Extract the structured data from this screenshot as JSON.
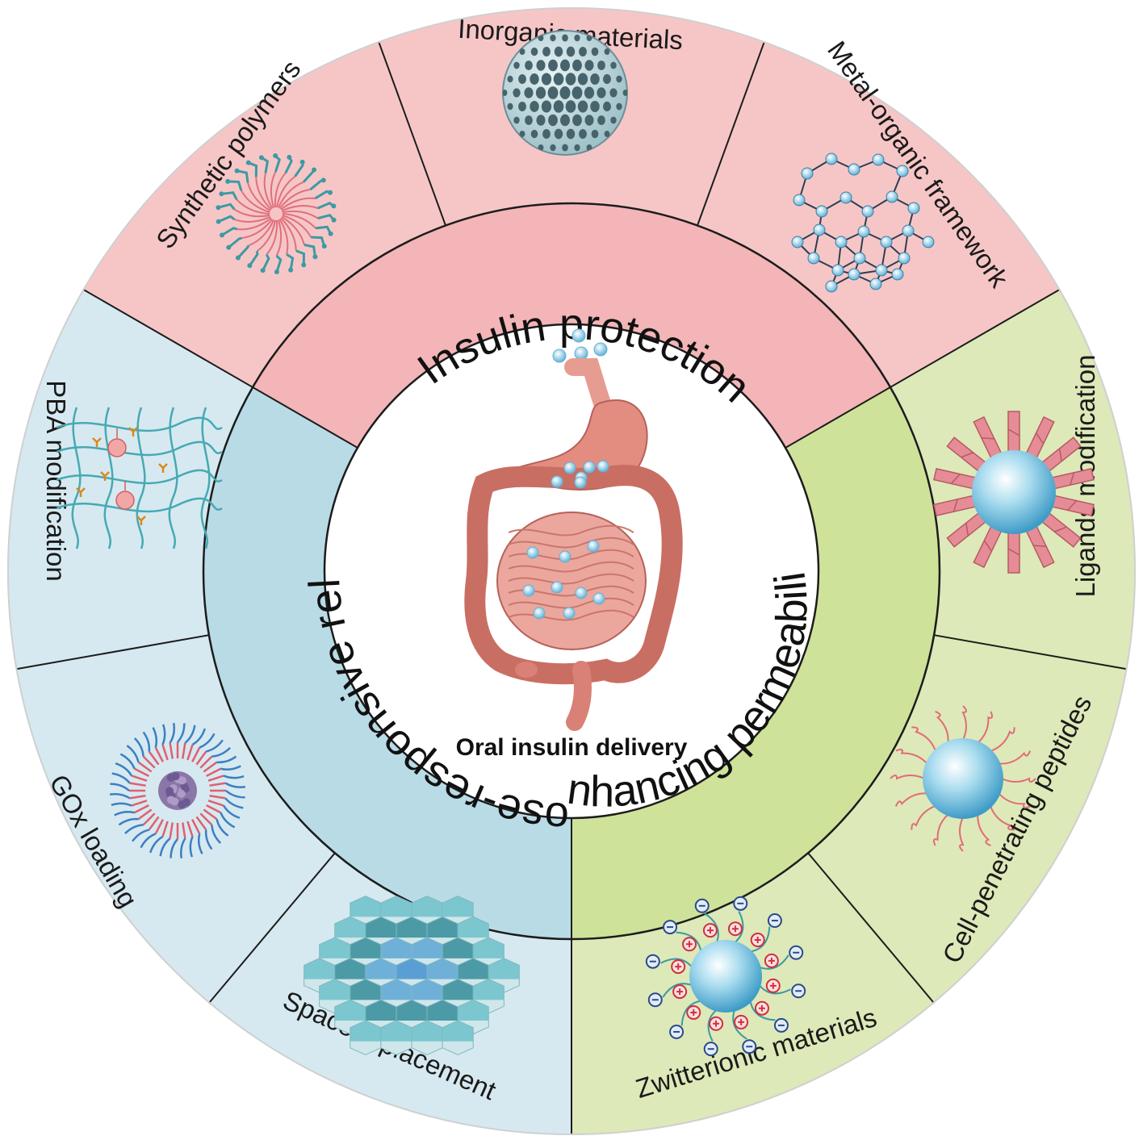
{
  "center": {
    "title": "Oral insulin delivery"
  },
  "ring": {
    "protection": "Insulin protection",
    "glucose": "Glucose-responsive release",
    "permeability": "Enhancing permeability"
  },
  "sectors": {
    "synthetic": "Synthetic polymers",
    "inorganic": "Inorganic materials",
    "mof": "Metal-organic framework",
    "ligands": "Ligands modification",
    "cpp": "Cell-penetrating peptides",
    "zwitterionic": "Zwitterionic materials",
    "space": "Space replacement",
    "gox": "GOx loading",
    "pba": "PBA modification"
  },
  "icons": {
    "sector_icons": [
      "polymer-micelle-icon",
      "porous-sphere-icon",
      "hexagonal-lattice-icon",
      "ligand-nanoparticle-icon",
      "peptide-nanoparticle-icon",
      "zwitterion-nanoparticle-icon",
      "hexagonal-blocks-icon",
      "gox-micelle-icon",
      "pba-network-icon"
    ],
    "center_icon": "digestive-system-icon"
  },
  "colors": {
    "protection": "#f3b5b7",
    "permeability": "#cfe29a",
    "glucose": "#b9dbe6",
    "nanoparticle": "#7ec6e3",
    "organ": "#e38c80"
  }
}
